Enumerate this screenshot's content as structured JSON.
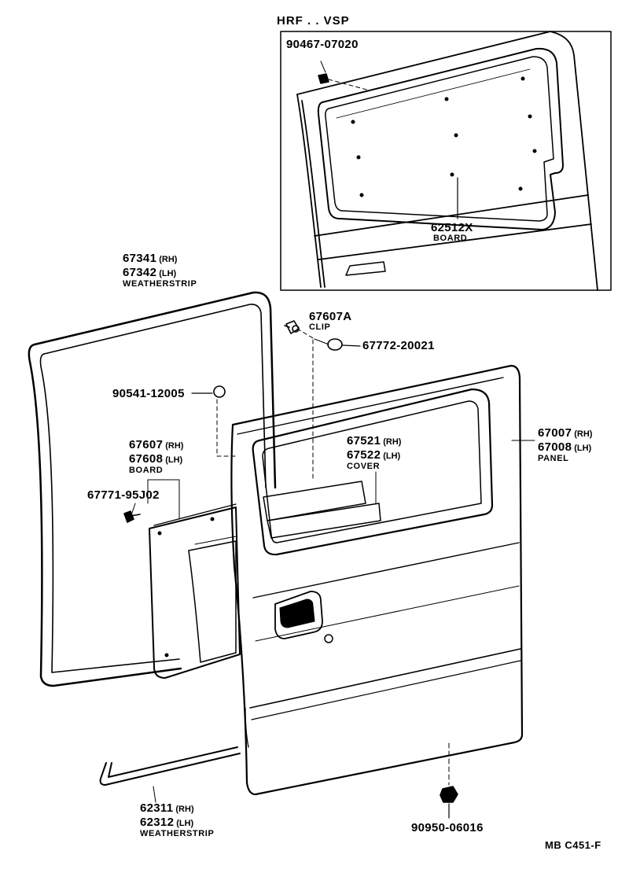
{
  "inset": {
    "header": "HRF . . VSP"
  },
  "parts": [
    {
      "id": "p-9046707020",
      "number": "90467-07020"
    },
    {
      "id": "p-62512x",
      "number": "62512X",
      "name": "BOARD"
    },
    {
      "id": "p-67341",
      "number": "67341",
      "qualifier": "(RH)"
    },
    {
      "id": "p-67342",
      "number": "67342",
      "qualifier": "(LH)",
      "name": "WEATHERSTRIP"
    },
    {
      "id": "p-67607a",
      "number": "67607A",
      "name": "CLIP"
    },
    {
      "id": "p-6777220021",
      "number": "67772-20021"
    },
    {
      "id": "p-9054112005",
      "number": "90541-12005"
    },
    {
      "id": "p-67607",
      "number": "67607",
      "qualifier": "(RH)"
    },
    {
      "id": "p-67608",
      "number": "67608",
      "qualifier": "(LH)",
      "name": "BOARD"
    },
    {
      "id": "p-6777195j02",
      "number": "67771-95J02"
    },
    {
      "id": "p-67521",
      "number": "67521",
      "qualifier": "(RH)"
    },
    {
      "id": "p-67522",
      "number": "67522",
      "qualifier": "(LH)",
      "name": "COVER"
    },
    {
      "id": "p-67007",
      "number": "67007",
      "qualifier": "(RH)"
    },
    {
      "id": "p-67008",
      "number": "67008",
      "qualifier": "(LH)",
      "name": "PANEL"
    },
    {
      "id": "p-62311",
      "number": "62311",
      "qualifier": "(RH)"
    },
    {
      "id": "p-62312",
      "number": "62312",
      "qualifier": "(LH)",
      "name": "WEATHERSTRIP"
    },
    {
      "id": "p-9095006016",
      "number": "90950-06016"
    }
  ],
  "footer": {
    "code": "MB  C451-F"
  }
}
